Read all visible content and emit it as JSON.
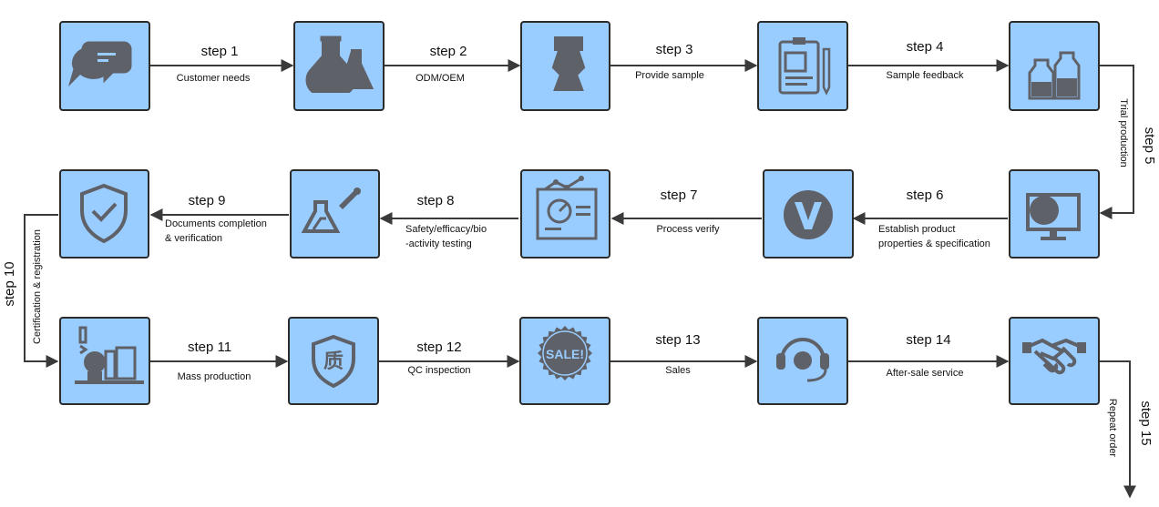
{
  "steps": [
    {
      "step": "step 1",
      "label": [
        "Customer needs"
      ],
      "icon": "chat-bubbles-icon"
    },
    {
      "step": "step 2",
      "label": [
        "ODM/OEM"
      ],
      "icon": "lab-flasks-icon"
    },
    {
      "step": "step 3",
      "label": [
        "Provide sample"
      ],
      "icon": "sample-bottle-icon"
    },
    {
      "step": "step 4",
      "label": [
        "Sample feedback"
      ],
      "icon": "clipboard-icon"
    },
    {
      "step": "step 5",
      "label": [
        "Trial production"
      ],
      "icon": "sample-jars-icon"
    },
    {
      "step": "step 6",
      "label": [
        "Establish product",
        "properties & specification"
      ],
      "icon": "monitor-icon"
    },
    {
      "step": "step 7",
      "label": [
        "Process verify"
      ],
      "icon": "v-logo-icon"
    },
    {
      "step": "step 8",
      "label": [
        "Safety/efficacy/bio",
        "-activity testing"
      ],
      "icon": "analytics-chart-icon"
    },
    {
      "step": "step 9",
      "label": [
        "Documents completion",
        "& verification"
      ],
      "icon": "test-flask-icon"
    },
    {
      "step": "step 10",
      "label": [
        "Certification & registration"
      ],
      "icon": "shield-check-icon"
    },
    {
      "step": "step 11",
      "label": [
        "Mass production"
      ],
      "icon": "factory-icon"
    },
    {
      "step": "step 12",
      "label": [
        "QC inspection"
      ],
      "icon": "quality-seal-icon"
    },
    {
      "step": "step 13",
      "label": [
        "Sales"
      ],
      "icon": "sale-badge-icon"
    },
    {
      "step": "step 14",
      "label": [
        "After-sale service"
      ],
      "icon": "headset-icon"
    },
    {
      "step": "step 15",
      "label": [
        "Repeat order"
      ],
      "icon": "handshake-icon"
    }
  ],
  "icons": {
    "row1": [
      "chat-bubbles-icon",
      "lab-flasks-icon",
      "sample-bottle-icon",
      "clipboard-icon",
      "sample-jars-icon"
    ],
    "row2": [
      "shield-check-icon",
      "test-flask-icon",
      "analytics-chart-icon",
      "v-logo-icon",
      "monitor-icon"
    ],
    "row3": [
      "factory-icon",
      "quality-seal-icon",
      "sale-badge-icon",
      "headset-icon",
      "handshake-icon"
    ],
    "quality_seal_glyph": "质",
    "sale_badge_text": "SALE!"
  },
  "colors": {
    "box_fill": "#99ccff",
    "icon": "#5f6168",
    "line": "#3a3a3a"
  }
}
